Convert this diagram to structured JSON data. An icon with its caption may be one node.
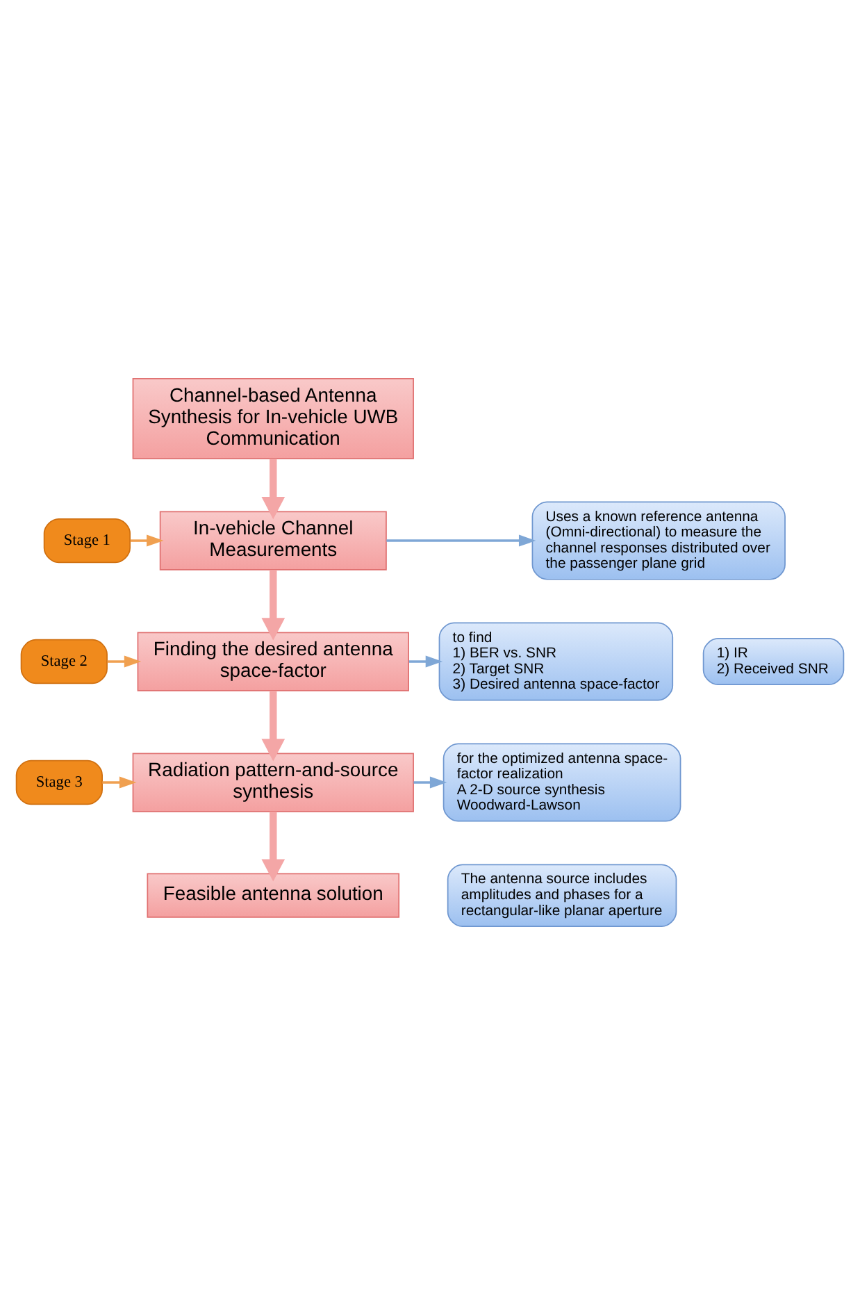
{
  "diagram": {
    "nodes": [
      {
        "text": [
          "Channel-based Antenna Synthesis for In-vehicle UWB Communication"
        ]
      },
      {
        "text": [
          "Stage 1"
        ]
      },
      {
        "text": [
          "In-vehicle Channel Measurements"
        ]
      },
      {
        "text": [
          "Uses a known reference antenna (Omni-directional) to measure the channel responses distributed over the passenger plane grid"
        ]
      },
      {
        "text": [
          "1) IR",
          "2) Received SNR"
        ]
      },
      {
        "text": [
          "Stage 2"
        ]
      },
      {
        "text": [
          "Finding the desired antenna space-factor"
        ]
      },
      {
        "text": [
          "to find",
          "1) BER vs. SNR",
          "2) Target SNR",
          "3) Desired antenna space-factor"
        ]
      },
      {
        "text": [
          "Stage 3"
        ]
      },
      {
        "text": [
          "Radiation pattern-and-source synthesis"
        ]
      },
      {
        "text": [
          "for the optimized antenna space-factor realization",
          "A 2-D source synthesis",
          "Woodward-Lawson"
        ]
      },
      {
        "text": [
          "The antenna source includes amplitudes and phases for a rectangular-like planar aperture"
        ]
      },
      {
        "text": [
          "Feasible antenna solution"
        ]
      }
    ],
    "edges": [
      {
        "from": 0,
        "to": 2,
        "arrow": "to",
        "style": "thick",
        "color": "#f4a6a6"
      },
      {
        "from": 1,
        "to": 2,
        "arrow": "to",
        "color": "#f0a050"
      },
      {
        "from": 2,
        "to": 3,
        "arrow": "to",
        "color": "#7fa7d6"
      },
      {
        "from": 2,
        "to": 6,
        "arrow": "to",
        "style": "thick",
        "color": "#f4a6a6"
      },
      {
        "from": 5,
        "to": 6,
        "arrow": "to",
        "color": "#f0a050"
      },
      {
        "from": 6,
        "to": 7,
        "arrow": "to",
        "color": "#7fa7d6"
      },
      {
        "from": 6,
        "to": 9,
        "arrow": "to",
        "style": "thick",
        "color": "#f4a6a6"
      },
      {
        "from": 8,
        "to": 9,
        "arrow": "to",
        "color": "#f0a050"
      },
      {
        "from": 9,
        "to": 10,
        "arrow": "to",
        "color": "#7fa7d6"
      },
      {
        "from": 9,
        "to": 12,
        "arrow": "to",
        "style": "thick",
        "color": "#f4a6a6"
      }
    ]
  }
}
